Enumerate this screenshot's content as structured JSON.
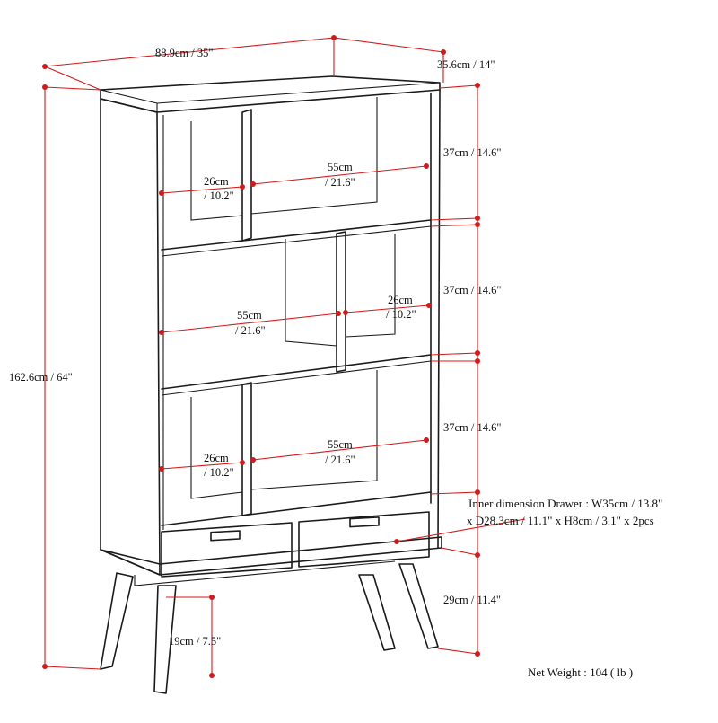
{
  "colors": {
    "dimension_line": "#d11a1a",
    "furniture_line": "#1a1a1a",
    "background": "#ffffff"
  },
  "dimensions": {
    "overall_width": "88.9cm / 35\"",
    "overall_depth": "35.6cm / 14\"",
    "overall_height": "162.6cm / 64\"",
    "shelf_height_top": "37cm / 14.6\"",
    "shelf_height_middle": "37cm / 14.6\"",
    "shelf_height_bottom": "37cm / 14.6\"",
    "top_small_cube_w1": "26cm",
    "top_small_cube_w2": "/ 10.2\"",
    "top_large_cube_w1": "55cm",
    "top_large_cube_w2": "/ 21.6\"",
    "mid_large_cube_w1": "55cm",
    "mid_large_cube_w2": "/ 21.6\"",
    "mid_small_cube_w1": "26cm",
    "mid_small_cube_w2": "/ 10.2\"",
    "bot_small_cube_w1": "26cm",
    "bot_small_cube_w2": "/ 10.2\"",
    "bot_large_cube_w1": "55cm",
    "bot_large_cube_w2": "/ 21.6\"",
    "leg_height": "29cm / 11.4\"",
    "leg_spread": "19cm / 7.5\""
  },
  "notes": {
    "drawer_line1": "Inner dimension Drawer : W35cm / 13.8\"",
    "drawer_line2": "x D28.3cm / 11.1\" x H8cm / 3.1\" x 2pcs",
    "net_weight": "Net Weight : 104 ( lb )"
  }
}
